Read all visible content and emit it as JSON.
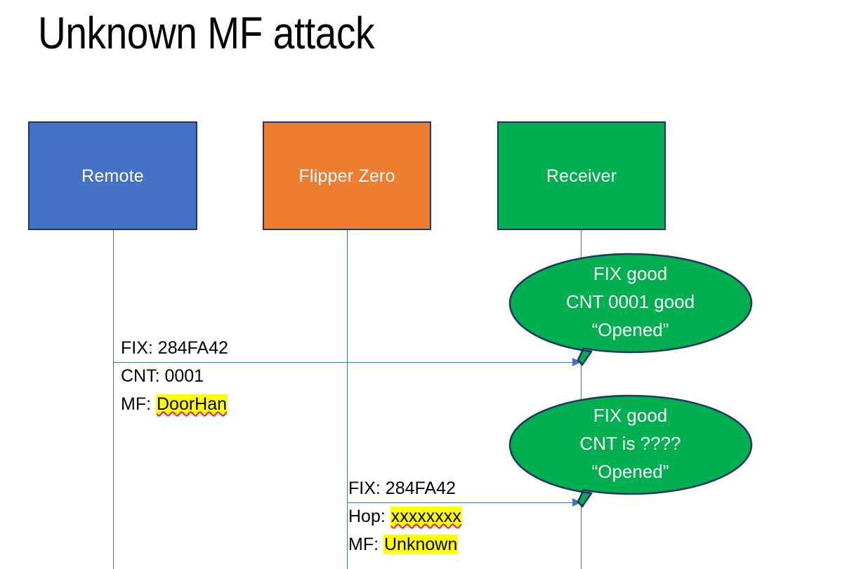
{
  "slide": {
    "title": "Unknown MF attack",
    "background": "#FFFFFF"
  },
  "colors": {
    "remote_box": "#4472C4",
    "flipper_box": "#ED7D31",
    "receiver_box": "#00B050",
    "box_border": "#1F3864",
    "lifeline": "#4472C4",
    "arrow": "#4472C4",
    "callout_fill": "#00B050",
    "callout_border": "#1F3864",
    "highlight": "#FFFF00",
    "spellcheck_underline": "#E03C31",
    "text": "#000000",
    "box_label_text": "#FFFFFF"
  },
  "actors": [
    {
      "id": "remote",
      "label": "Remote"
    },
    {
      "id": "flipper",
      "label": "Flipper Zero"
    },
    {
      "id": "receiver",
      "label": "Receiver"
    }
  ],
  "messages": [
    {
      "id": "remote-to-receiver",
      "from": "remote",
      "to": "receiver",
      "lines": [
        {
          "label": "FIX: ",
          "value": "284FA42",
          "highlight": false,
          "spellcheck": false
        },
        {
          "label": "CNT: ",
          "value": "0001",
          "highlight": false,
          "spellcheck": false
        },
        {
          "label": "MF: ",
          "value": "DoorHan",
          "highlight": true,
          "spellcheck": true
        }
      ]
    },
    {
      "id": "flipper-to-receiver",
      "from": "flipper",
      "to": "receiver",
      "lines": [
        {
          "label": "FIX: ",
          "value": "284FA42",
          "highlight": false,
          "spellcheck": false
        },
        {
          "label": "Hop: ",
          "value": "xxxxxxxx",
          "highlight": true,
          "spellcheck": true
        },
        {
          "label": "MF: ",
          "value": "Unknown",
          "highlight": true,
          "spellcheck": false
        }
      ]
    }
  ],
  "callouts": [
    {
      "id": "first",
      "attached_to": "receiver",
      "lines": [
        "FIX good",
        "CNT 0001 good",
        "“Opened”"
      ]
    },
    {
      "id": "second",
      "attached_to": "receiver",
      "lines": [
        "FIX good",
        "CNT is ????",
        "“Opened”"
      ]
    }
  ]
}
